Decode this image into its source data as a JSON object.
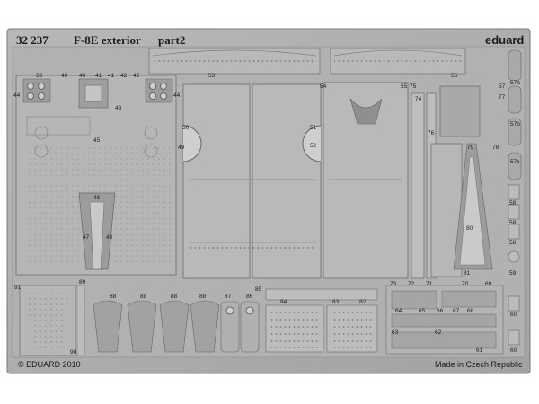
{
  "header": {
    "code": "32 237",
    "title": "F-8E exterior",
    "subtitle": "part2",
    "brand": "eduard"
  },
  "footer": {
    "copyright": "© EDUARD 2010",
    "origin": "Made in Czech Republic"
  },
  "colors": {
    "fret": "#a9a9a9",
    "part_light": "#bcbcbc",
    "part_dark": "#8f8f8f",
    "outline": "#6c6c6c"
  },
  "part_numbers": [
    {
      "n": "39"
    },
    {
      "n": "40"
    },
    {
      "n": "40"
    },
    {
      "n": "41"
    },
    {
      "n": "41"
    },
    {
      "n": "42"
    },
    {
      "n": "42"
    },
    {
      "n": "43"
    },
    {
      "n": "44"
    },
    {
      "n": "44"
    },
    {
      "n": "45"
    },
    {
      "n": "46"
    },
    {
      "n": "47"
    },
    {
      "n": "48"
    },
    {
      "n": "49"
    },
    {
      "n": "50"
    },
    {
      "n": "51"
    },
    {
      "n": "52"
    },
    {
      "n": "53"
    },
    {
      "n": "54"
    },
    {
      "n": "55"
    },
    {
      "n": "75"
    },
    {
      "n": "56"
    },
    {
      "n": "57"
    },
    {
      "n": "57a"
    },
    {
      "n": "57b"
    },
    {
      "n": "57c"
    },
    {
      "n": "58"
    },
    {
      "n": "58"
    },
    {
      "n": "58"
    },
    {
      "n": "59"
    },
    {
      "n": "74"
    },
    {
      "n": "76"
    },
    {
      "n": "77"
    },
    {
      "n": "78"
    },
    {
      "n": "79"
    },
    {
      "n": "80"
    },
    {
      "n": "81"
    },
    {
      "n": "60"
    },
    {
      "n": "60"
    },
    {
      "n": "61"
    },
    {
      "n": "62"
    },
    {
      "n": "63"
    },
    {
      "n": "64"
    },
    {
      "n": "65"
    },
    {
      "n": "66"
    },
    {
      "n": "67"
    },
    {
      "n": "68"
    },
    {
      "n": "69"
    },
    {
      "n": "70"
    },
    {
      "n": "71"
    },
    {
      "n": "72"
    },
    {
      "n": "73"
    },
    {
      "n": "82"
    },
    {
      "n": "83"
    },
    {
      "n": "84"
    },
    {
      "n": "85"
    },
    {
      "n": "86"
    },
    {
      "n": "87"
    },
    {
      "n": "88"
    },
    {
      "n": "88"
    },
    {
      "n": "88"
    },
    {
      "n": "88"
    },
    {
      "n": "89"
    },
    {
      "n": "90"
    },
    {
      "n": "91"
    }
  ]
}
